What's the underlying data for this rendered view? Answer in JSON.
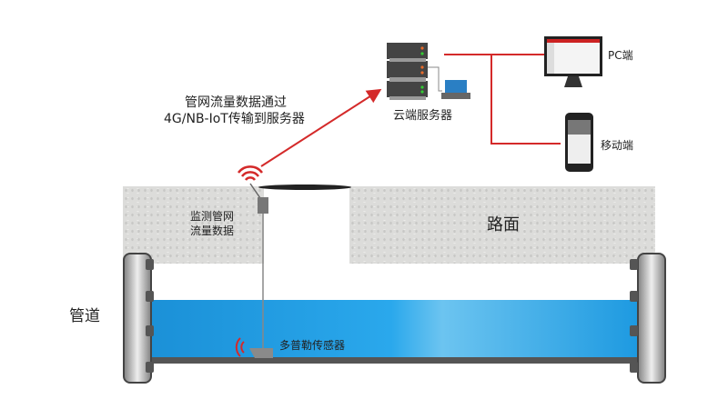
{
  "labels": {
    "transmission_line1": "管网流量数据通过",
    "transmission_line2": "4G/NB-IoT传输到服务器",
    "cloud_server": "云端服务器",
    "pc": "PC端",
    "mobile": "移动端",
    "monitor_line1": "监测管网",
    "monitor_line2": "流量数据",
    "road": "路面",
    "pipe": "管道",
    "sensor": "多普勒传感器"
  },
  "colors": {
    "accent": "#d42a2a",
    "water": "#1a9ee0",
    "concrete": "#dcdcda",
    "pipe_wall": "#555555"
  }
}
